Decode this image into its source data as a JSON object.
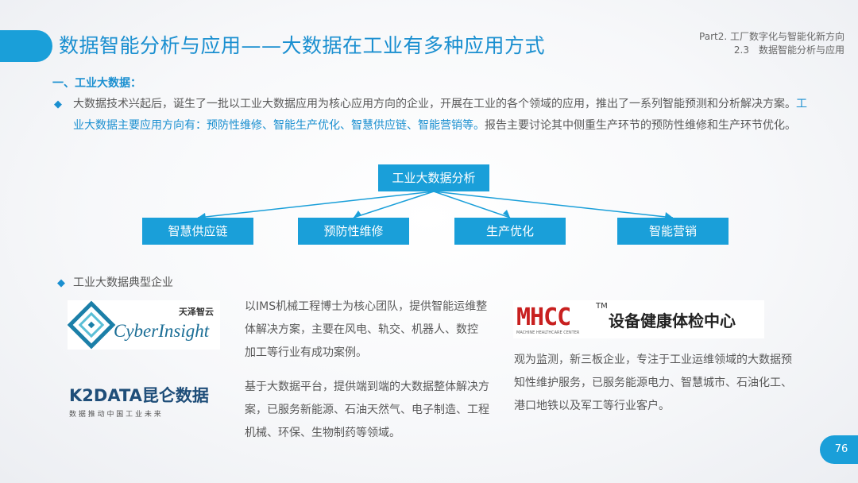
{
  "header": {
    "title": "数据智能分析与应用——大数据在工业有多种应用方式",
    "part_line1": "Part2. 工厂数字化与智能化新方向",
    "part_line2": "2.3　数据智能分析与应用"
  },
  "section": {
    "heading": "一、工业大数据：",
    "bullet_symbol": "◆",
    "para_a": "大数据技术兴起后，诞生了一批以工业大数据应用为核心应用方向的企业，开展在工业的各个领域的应用，推出了一系列智能预测和分析解决方案。",
    "para_highlight": "工业大数据主要应用方向有：预防性维修、智能生产优化、智慧供应链、智能营销等。",
    "para_b": "报告主要讨论其中侧重生产环节的预防性维修和生产环节优化。"
  },
  "diagram": {
    "root": "工业大数据分析",
    "children": [
      "智慧供应链",
      "预防性维修",
      "生产优化",
      "智能营销"
    ]
  },
  "companies": {
    "heading": "工业大数据典型企业",
    "cyber": {
      "logo_cn": "天泽智云",
      "logo_en": "CyberInsight",
      "desc": "以IMS机械工程博士为核心团队，提供智能运维整体解决方案，主要在风电、轨交、机器人、数控加工等行业有成功案例。"
    },
    "k2": {
      "logo_main": "K2DATA昆仑数据",
      "logo_sub": "数 据 推 动 中 国 工 业 未 来",
      "desc": "基于大数据平台，提供端到端的大数据整体解决方案，已服务新能源、石油天然气、电子制造、工程机械、环保、生物制药等领域。"
    },
    "mhcc": {
      "logo_mark": "MHCC",
      "logo_tm": "TM",
      "logo_cn": "设备健康体检中心",
      "logo_en": "MACHINE HEALTHCARE CENTER",
      "desc": "观为监测，新三板企业，专注于工业运维领域的大数据预知性维护服务，已服务能源电力、智慧城市、石油化工、港口地铁以及军工等行业客户。"
    }
  },
  "page_number": "76",
  "colors": {
    "accent": "#1a9fd9",
    "title": "#1a8fd0",
    "text": "#595959",
    "mhcc_red": "#c8201f"
  }
}
